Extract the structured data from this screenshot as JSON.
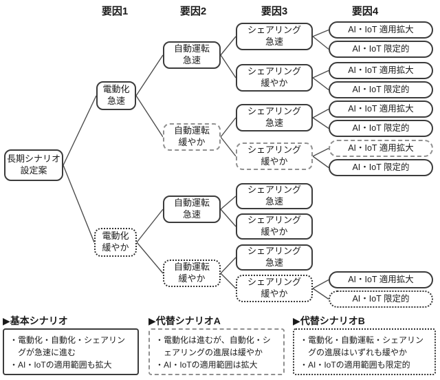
{
  "headers": [
    "要因1",
    "要因2",
    "要因3",
    "要因4"
  ],
  "root": {
    "label": "長期シナリオ\n設定案"
  },
  "level1": [
    {
      "label": "電動化\n急速",
      "border": "solid"
    },
    {
      "label": "電動化\n緩やか",
      "border": "dotted"
    }
  ],
  "level2": [
    {
      "label": "自動運転\n急速",
      "border": "solid"
    },
    {
      "label": "自動運転\n緩やか",
      "border": "dashed"
    },
    {
      "label": "自動運転\n急速",
      "border": "solid"
    },
    {
      "label": "自動運転\n緩やか",
      "border": "dotted"
    }
  ],
  "level3": [
    {
      "label": "シェアリング\n急速",
      "border": "solid"
    },
    {
      "label": "シェアリング\n緩やか",
      "border": "solid"
    },
    {
      "label": "シェアリング\n急速",
      "border": "solid"
    },
    {
      "label": "シェアリング\n緩やか",
      "border": "dashed"
    },
    {
      "label": "シェアリング\n急速",
      "border": "solid"
    },
    {
      "label": "シェアリング\n緩やか",
      "border": "solid"
    },
    {
      "label": "シェアリング\n急速",
      "border": "solid"
    },
    {
      "label": "シェアリング\n緩やか",
      "border": "dotted"
    }
  ],
  "level4": [
    {
      "label": "AI・IoT 適用拡大",
      "border": "solid"
    },
    {
      "label": "AI・IoT 限定的",
      "border": "solid"
    },
    {
      "label": "AI・IoT 適用拡大",
      "border": "solid"
    },
    {
      "label": "AI・IoT 限定的",
      "border": "solid"
    },
    {
      "label": "AI・IoT 適用拡大",
      "border": "solid"
    },
    {
      "label": "AI・IoT 限定的",
      "border": "solid"
    },
    {
      "label": "AI・IoT 適用拡大",
      "border": "dashed"
    },
    {
      "label": "AI・IoT 限定的",
      "border": "solid"
    },
    {
      "label": "AI・IoT 適用拡大",
      "border": "solid"
    },
    {
      "label": "AI・IoT 限定的",
      "border": "dotted"
    }
  ],
  "legend": [
    {
      "title": "▶基本シナリオ",
      "border": "solid",
      "lines": [
        "・電動化・自動化・シェアリングが急速に進む",
        "・AI・IoTの適用範囲も拡大"
      ]
    },
    {
      "title": "▶代替シナリオA",
      "border": "dashed",
      "lines": [
        "・電動化は進むが、自動化・シェアリングの進展は緩やか",
        "・AI・IoTの適用範囲は拡大"
      ]
    },
    {
      "title": "▶代替シナリオB",
      "border": "dotted",
      "lines": [
        "・電動化・自動運転・シェアリングの進展はいずれも緩やか",
        "・AI・IoTの適用範囲も限定的"
      ]
    }
  ],
  "line_color": "#4d4d4d"
}
